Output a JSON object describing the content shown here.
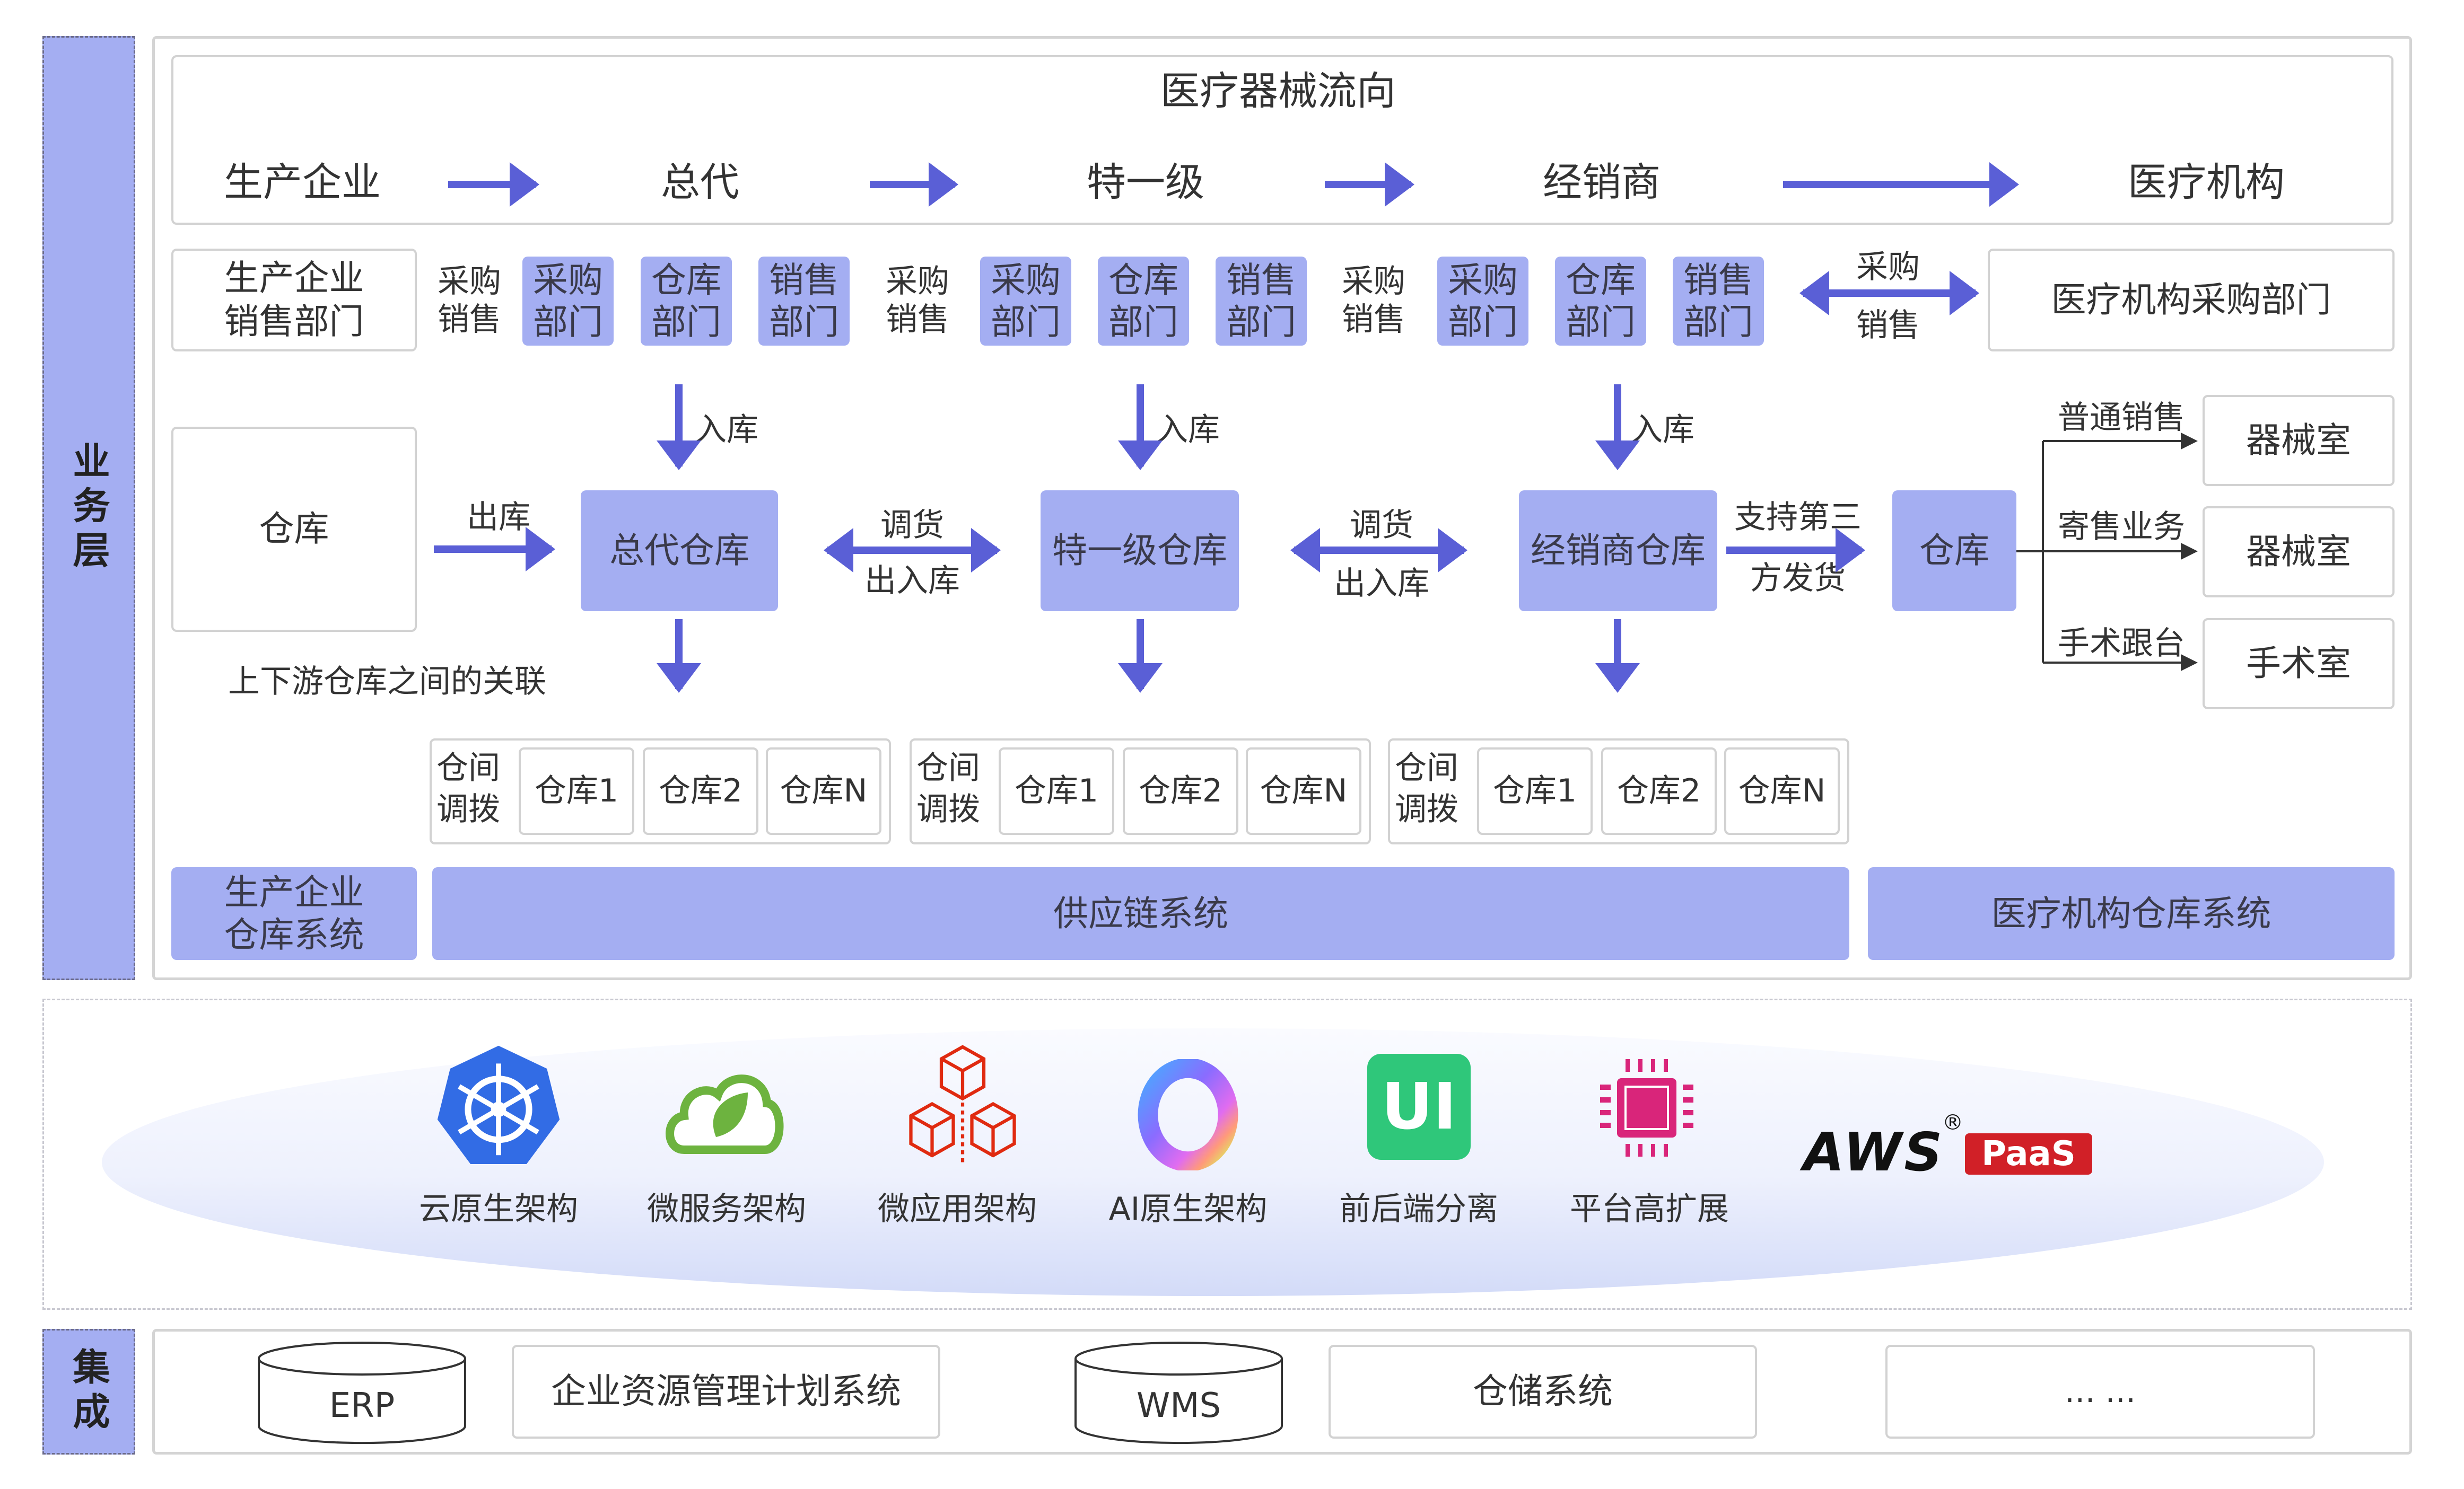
{
  "business_layer": {
    "side_label": "业务层",
    "flow_title": "医疗器械流向",
    "flow_stages": [
      "生产企业",
      "总代",
      "特一级",
      "经销商",
      "医疗机构"
    ],
    "dept_row": {
      "manufacturer_dept": "生产企业\n销售部门",
      "groups": [
        {
          "side_label": "采购\n销售",
          "depts": [
            "采购\n部门",
            "仓库\n部门",
            "销售\n部门"
          ]
        },
        {
          "side_label": "采购\n销售",
          "depts": [
            "采购\n部门",
            "仓库\n部门",
            "销售\n部门"
          ]
        },
        {
          "side_label": "采购\n销售",
          "depts": [
            "采购\n部门",
            "仓库\n部门",
            "销售\n部门"
          ]
        }
      ],
      "bidir_top": "采购",
      "bidir_bottom": "销售",
      "hospital_dept": "医疗机构采购部门"
    },
    "warehouse_row": {
      "manufacturer_warehouse": "仓库",
      "out_label": "出库",
      "in_label": "入库",
      "warehouses": [
        "总代仓库",
        "特一级仓库",
        "经销商仓库"
      ],
      "transfer_top": "调货",
      "transfer_bottom": "出入库",
      "third_party_top": "支持第三",
      "third_party_bottom": "方发货",
      "hospital_warehouse": "仓库",
      "branches": [
        {
          "label": "普通销售",
          "target": "器械室"
        },
        {
          "label": "寄售业务",
          "target": "器械室"
        },
        {
          "label": "手术跟台",
          "target": "手术室"
        }
      ],
      "relation_note": "上下游仓库之间的关联"
    },
    "sub_warehouses": [
      {
        "label": "仓间\n调拨",
        "items": [
          "仓库1",
          "仓库2",
          "仓库N"
        ]
      },
      {
        "label": "仓间\n调拨",
        "items": [
          "仓库1",
          "仓库2",
          "仓库N"
        ]
      },
      {
        "label": "仓间\n调拨",
        "items": [
          "仓库1",
          "仓库2",
          "仓库N"
        ]
      }
    ],
    "systems": {
      "manufacturer": "生产企业\n仓库系统",
      "supply_chain": "供应链系统",
      "hospital": "医疗机构仓库系统"
    }
  },
  "tech_platform": {
    "items": [
      {
        "icon": "kubernetes-icon",
        "label": "云原生架构"
      },
      {
        "icon": "spring-cloud-icon",
        "label": "微服务架构"
      },
      {
        "icon": "micro-app-cubes-icon",
        "label": "微应用架构"
      },
      {
        "icon": "ai-ring-icon",
        "label": "AI原生架构"
      },
      {
        "icon": "ui-icon",
        "label": "前后端分离"
      },
      {
        "icon": "chip-icon",
        "label": "平台高扩展"
      }
    ],
    "logo": {
      "brand": "AWS",
      "registered": "®",
      "badge": "PaaS"
    },
    "ui_icon_text": "UI"
  },
  "integration": {
    "side_label": "集成",
    "items": [
      {
        "cylinder": "ERP",
        "box": "企业资源管理计划系统"
      },
      {
        "cylinder": "WMS",
        "box": "仓储系统"
      }
    ],
    "more": "… …"
  },
  "colors": {
    "accent": "#5a5fd6",
    "fill": "#a4aef2",
    "k8s": "#326ce5",
    "spring": "#6db33f",
    "cubes": "#e02a10",
    "ui": "#2fc77a",
    "chip": "#d9257a",
    "paas": "#d12027"
  }
}
